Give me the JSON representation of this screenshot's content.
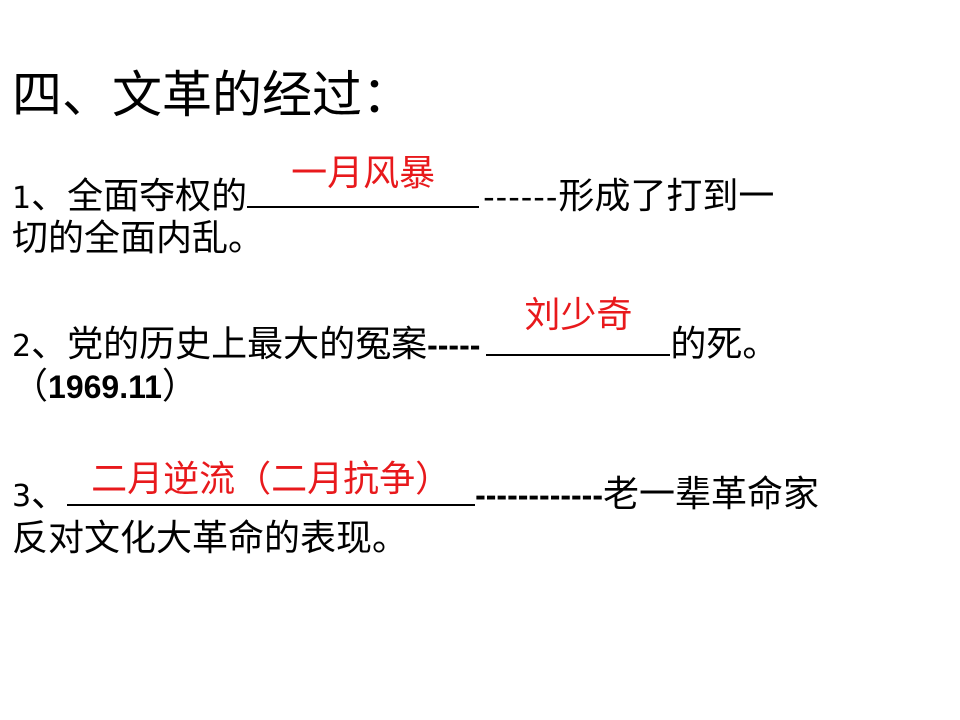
{
  "title": "四、文革的经过：",
  "items": [
    {
      "number": "1",
      "prefix": "、全面夺权的",
      "answer": "一月风暴",
      "dashes": "------",
      "suffix": "形成了打到一",
      "continuation": "切的全面内乱。"
    },
    {
      "number": "2",
      "prefix": "、党的历史上最大的冤案",
      "dashes": "-----",
      "answer": "刘少奇",
      "suffix": "的死。",
      "continuation_open": "（",
      "continuation_year": "1969.11",
      "continuation_close": "）"
    },
    {
      "number": "3",
      "prefix": "、",
      "answer": "二月逆流（二月抗争）",
      "dashes": "------------",
      "suffix": "老一辈革命家",
      "continuation": "反对文化大革命的表现。"
    }
  ],
  "colors": {
    "text": "#000000",
    "answer": "#e8191c",
    "background": "#ffffff"
  }
}
